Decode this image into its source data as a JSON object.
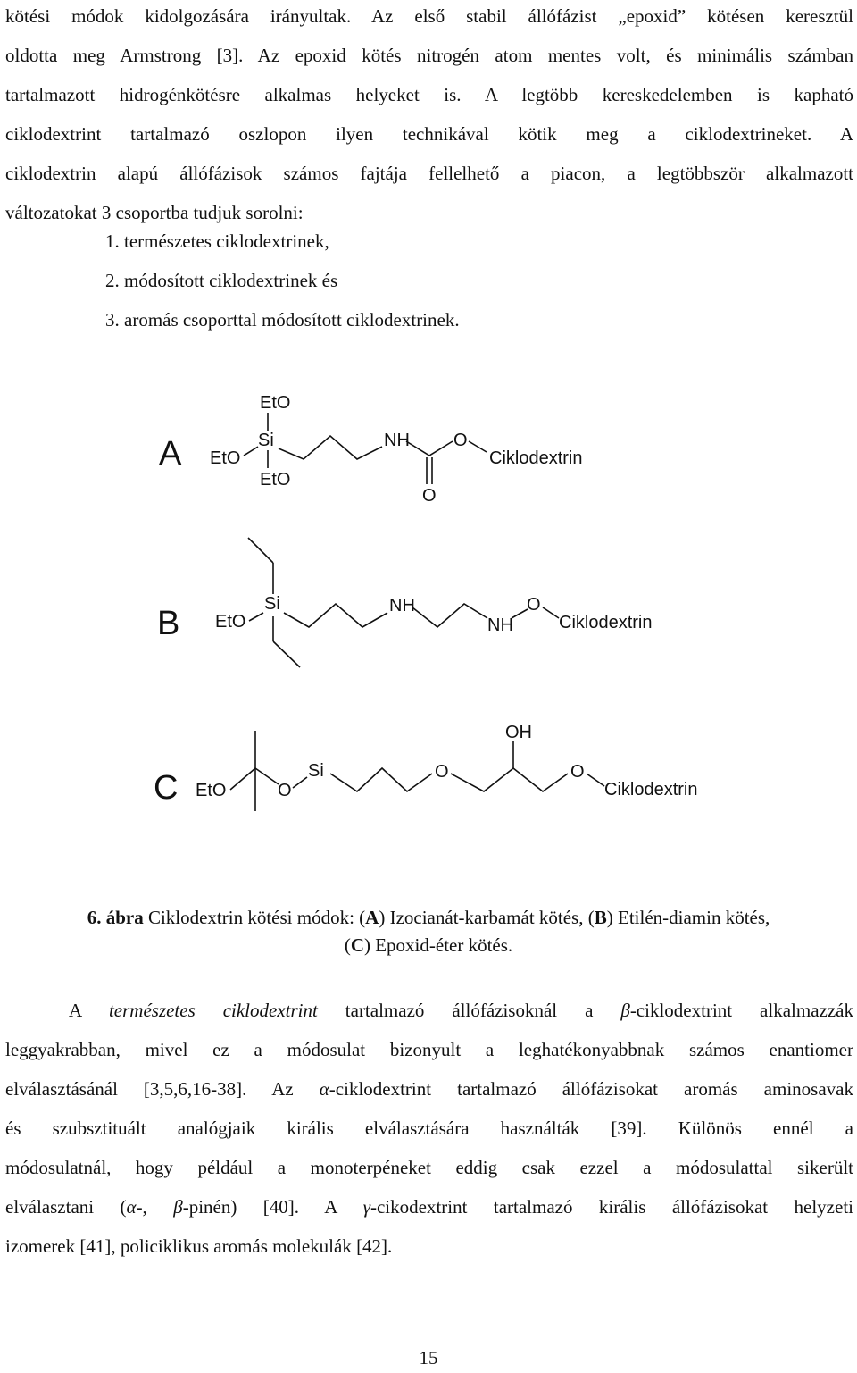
{
  "intro": {
    "lines": [
      "kötési módok kidolgozására irányultak. Az első stabil állófázist „epoxid” kötésen keresztül",
      "oldotta meg Armstrong [3]. Az epoxid kötés nitrogén atom mentes volt, és minimális számban",
      "tartalmazott hidrogénkötésre alkalmas helyeket is. A legtöbb kereskedelemben is kapható",
      "ciklodextrint tartalmazó oszlopon ilyen technikával kötik meg a ciklodextrineket. A",
      "ciklodextrin alapú állófázisok számos fajtája fellelhető a piacon, a legtöbbször alkalmazott",
      "változatokat 3 csoportba tudjuk sorolni:"
    ]
  },
  "list_items": [
    "1. természetes ciklodextrinek,",
    "2. módosított ciklodextrinek és",
    "3. aromás csoporttal módosított ciklodextrinek."
  ],
  "figure": {
    "A": {
      "label": "A",
      "eto_top": "EtO",
      "eto_left": "EtO",
      "si": "Si",
      "eto_bottom": "EtO",
      "nh": "NH",
      "o_ester": "O",
      "o_carbonyl": "O",
      "end": "Ciklodextrin"
    },
    "B": {
      "label": "B",
      "eto": "EtO",
      "si": "Si",
      "nh1": "NH",
      "nh2": "NH",
      "o": "O",
      "end": "Ciklodextrin"
    },
    "C": {
      "label": "C",
      "eto": "EtO",
      "o1": "O",
      "si": "Si",
      "o2": "O",
      "oh": "OH",
      "o3": "O",
      "end": "Ciklodextrin"
    }
  },
  "caption": {
    "fig_num": "6. ábra",
    "line1_text": " Ciklodextrin kötési módok: (",
    "a": "A",
    "t1": ") Izocianát-karbamát kötés, (",
    "b": "B",
    "t2": ") Etilén-diamin kötés,",
    "t3": "(",
    "c": "C",
    "t4": ") Epoxid-éter kötés."
  },
  "body": {
    "l1_pre": "A ",
    "l1_ital": "természetes ciklodextrint",
    "l1_mid": " tartalmazó állófázisoknál a ",
    "l1_beta": "β",
    "l1_post": "-ciklodextrint alkalmazzák",
    "l2": "leggyakrabban, mivel ez a módosulat bizonyult a leghatékonyabbnak számos enantiomer",
    "l3_pre": "elválasztásánál [3,5,6,16-38]. Az ",
    "l3_alpha": "α",
    "l3_post": "-ciklodextrint tartalmazó állófázisokat aromás aminosavak",
    "l4": "és szubsztituált analógjaik királis elválasztására használták [39]. Különös ennél a",
    "l5": "módosulatnál, hogy például a monoterpéneket eddig csak ezzel a módosulattal sikerült",
    "l6_pre": "elválasztani (",
    "l6_alpha": "α",
    "l6_mid": "-, ",
    "l6_beta": "β",
    "l6_mid2": "-pinén) [40]. A ",
    "l6_gamma": "γ",
    "l6_post": "-cikodextrint tartalmazó királis állófázisokat helyzeti",
    "l7": "izomerek [41], policiklikus aromás molekulák [42]."
  },
  "page_number": "15"
}
